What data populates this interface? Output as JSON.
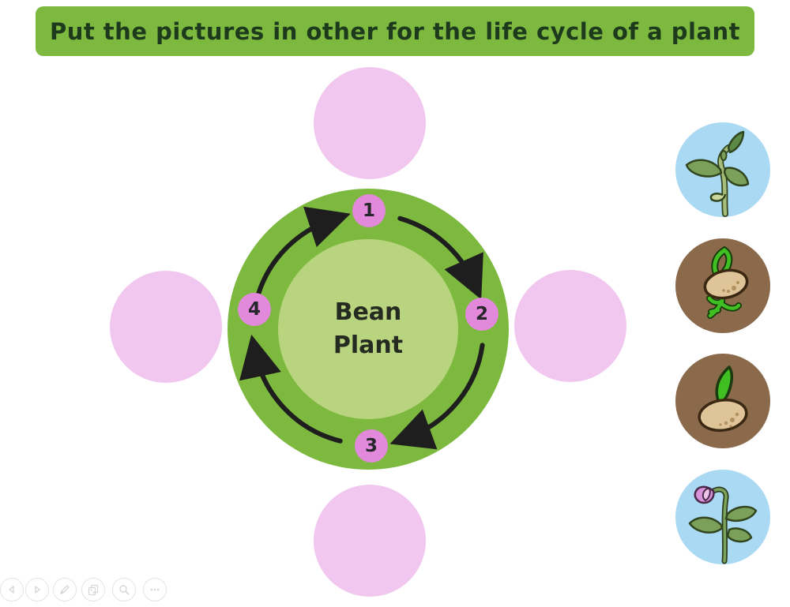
{
  "title": {
    "text": "Put the pictures in other for the life cycle of a plant"
  },
  "wheel": {
    "center_label": {
      "line1": "Bean",
      "line2": "Plant"
    },
    "steps": [
      {
        "number": "1",
        "position": "top"
      },
      {
        "number": "2",
        "position": "right"
      },
      {
        "number": "3",
        "position": "bottom"
      },
      {
        "number": "4",
        "position": "left"
      }
    ]
  },
  "drop_zones": [
    {
      "position": "top"
    },
    {
      "position": "right"
    },
    {
      "position": "bottom"
    },
    {
      "position": "left"
    }
  ],
  "stages": [
    {
      "name": "bean-seedling",
      "background": "#a9d9f3"
    },
    {
      "name": "germinated-seed-with-shoot-and-roots",
      "background": "#8a6a4b"
    },
    {
      "name": "sprouting-bean-seed",
      "background": "#8a6a4b"
    },
    {
      "name": "flowering-bean-plant",
      "background": "#a9d9f3"
    }
  ],
  "colors": {
    "banner_green": "#7cb93e",
    "banner_text": "#1d3a1d",
    "ring_green": "#7cb93e",
    "inner_green": "#b9d47e",
    "drop_zone_pink": "#f1c6ef",
    "badge_pink": "#e289dc",
    "arrow_black": "#1e1e1e",
    "stage_blue": "#a9d9f3",
    "stage_brown": "#8a6a4b"
  },
  "toolbar": {
    "buttons": [
      {
        "name": "previous"
      },
      {
        "name": "next"
      },
      {
        "name": "edit"
      },
      {
        "name": "pages"
      },
      {
        "name": "zoom"
      },
      {
        "name": "more"
      }
    ]
  }
}
